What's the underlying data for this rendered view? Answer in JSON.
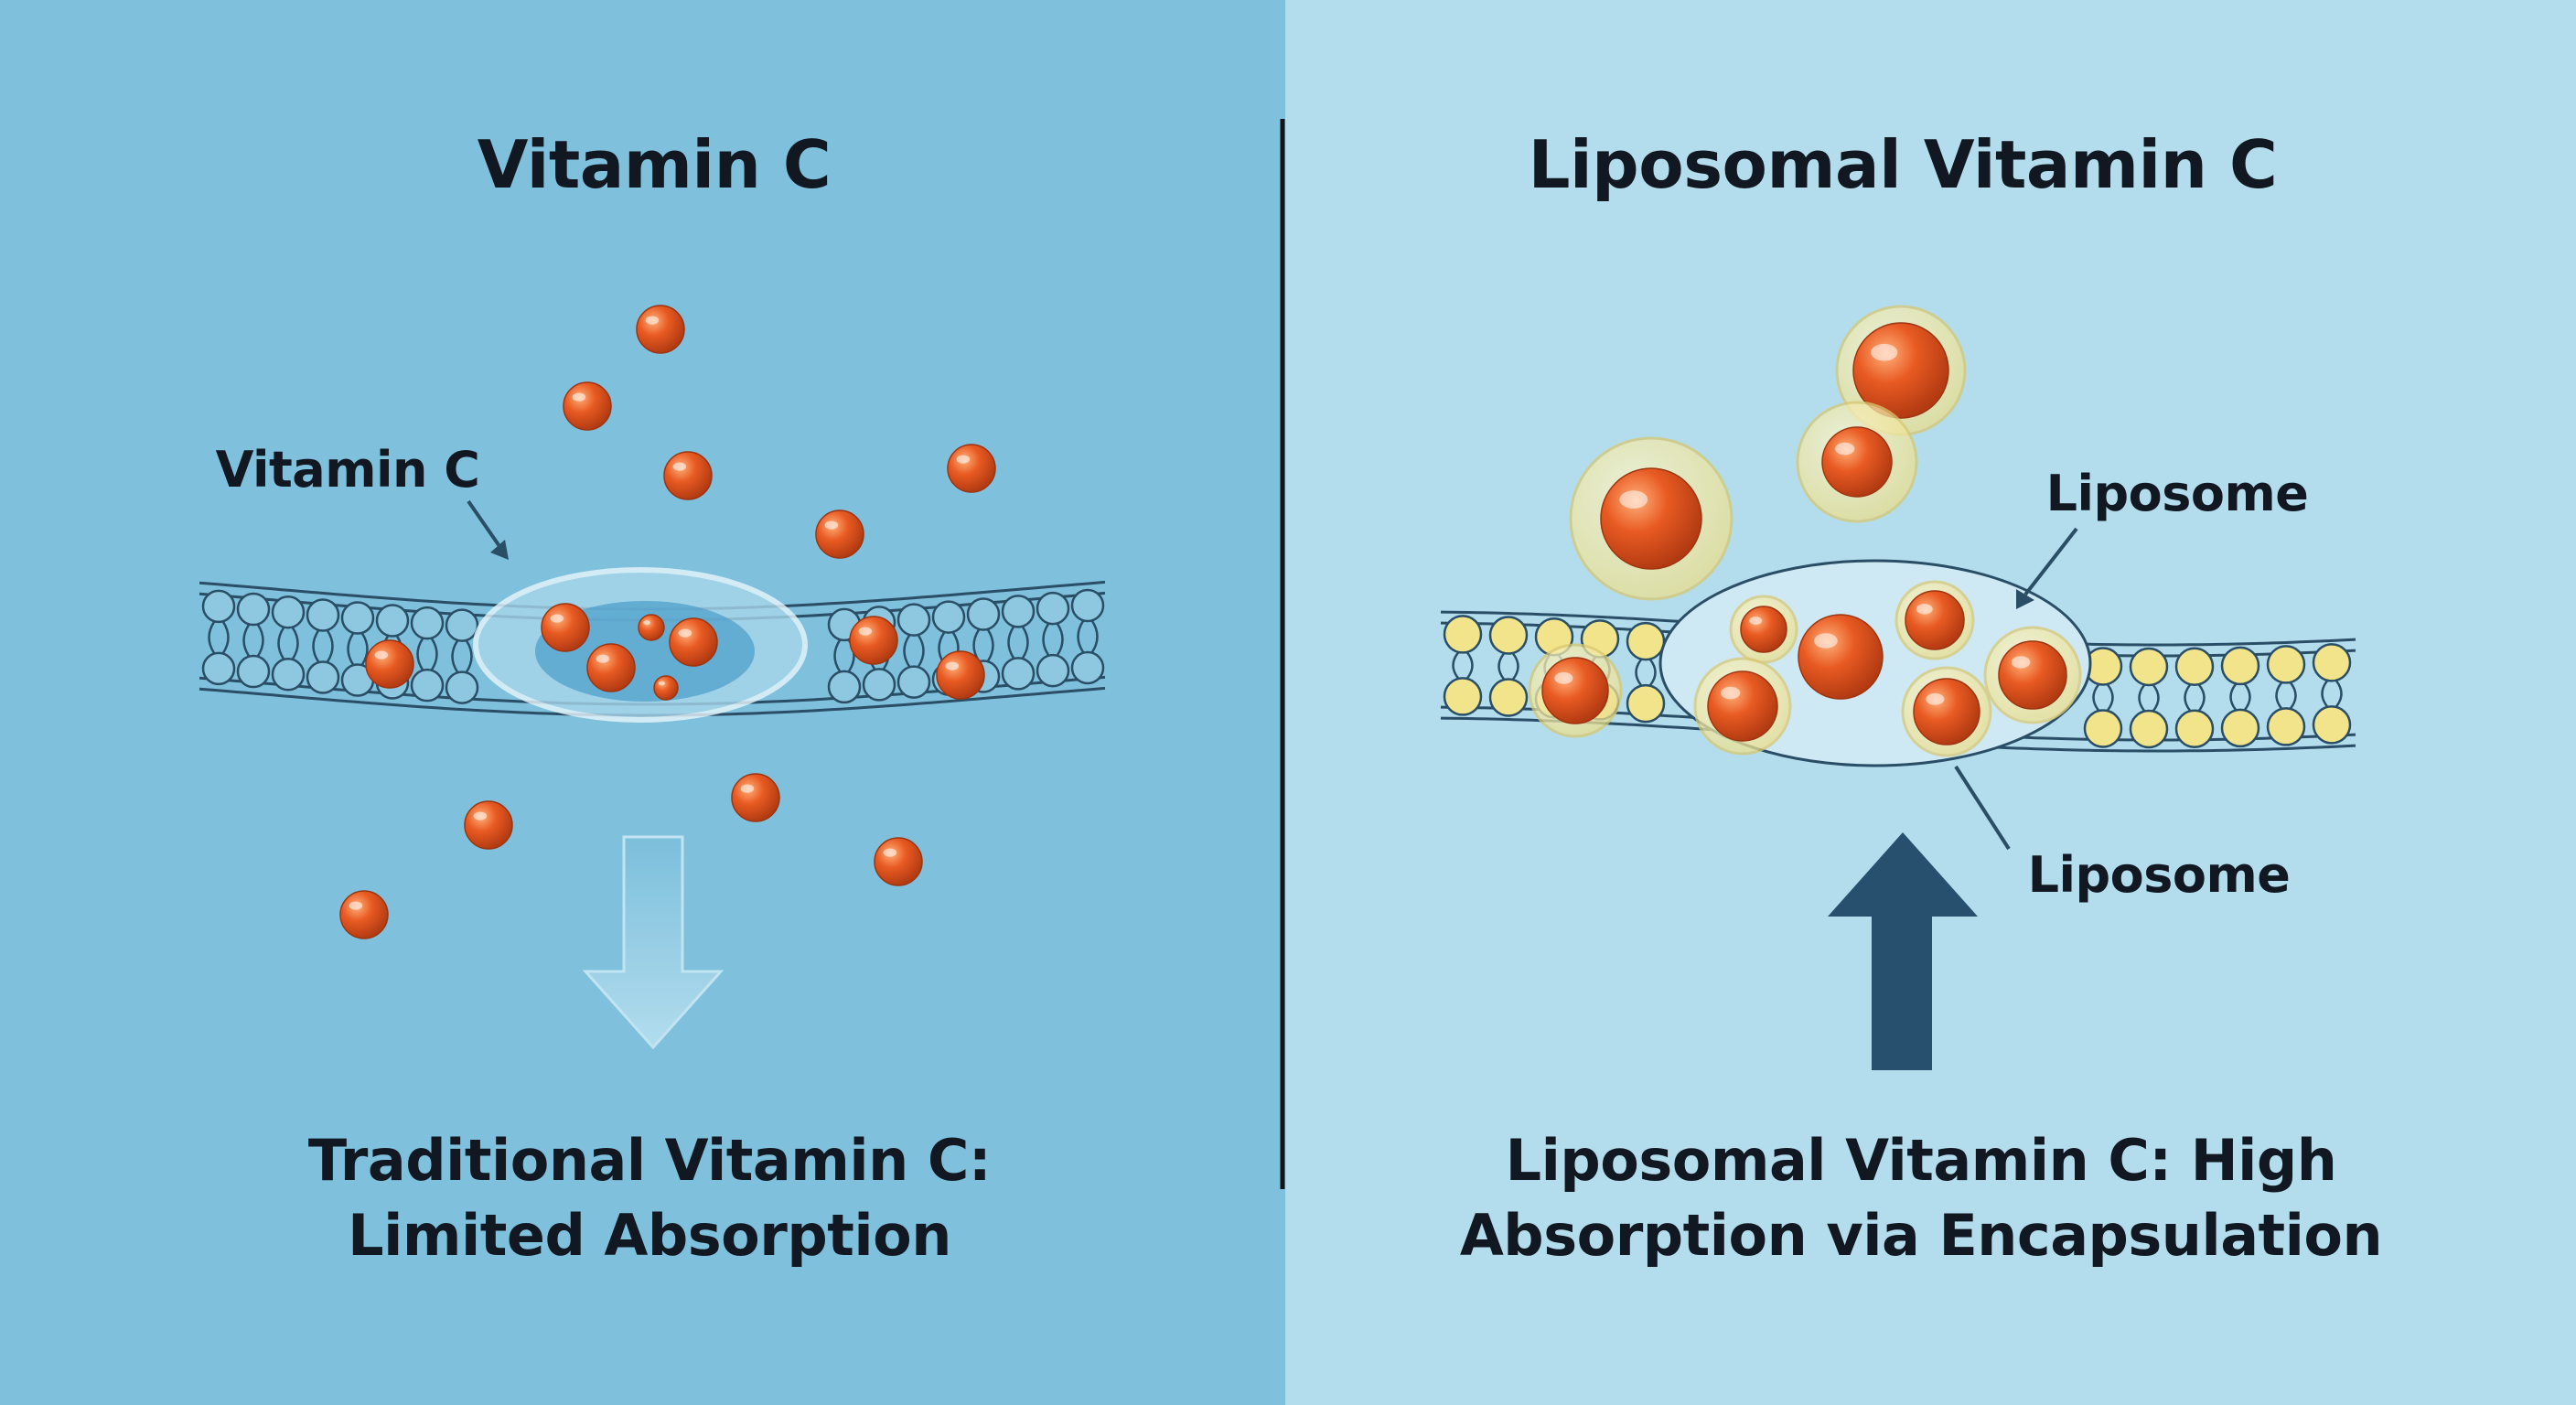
{
  "left_panel": {
    "title": "Vitamin C",
    "particle_label": "Vitamin C",
    "caption_line1": "Traditional Vitamin C:",
    "caption_line2": "Limited Absorption",
    "arrow_direction": "down"
  },
  "right_panel": {
    "title": "Liposomal Vitamin C",
    "liposome_label_top": "Liposome",
    "liposome_label_bottom": "Liposome",
    "caption_line1": "Liposomal Vitamin C: High",
    "caption_line2": "Absorption via Encapsulation",
    "arrow_direction": "up"
  },
  "colors": {
    "left_background": "#7fc0dc",
    "right_background": "#b3dded",
    "divider": "#141414",
    "membrane_line": "#2a4e66",
    "left_head": "#8ec8e0",
    "right_head": "#f2e48a",
    "vitamin_particle": "#e2541e",
    "liposome_shell": "#f3eaa4",
    "up_arrow": "#27506f",
    "down_arrow": "#a9d8ec"
  }
}
